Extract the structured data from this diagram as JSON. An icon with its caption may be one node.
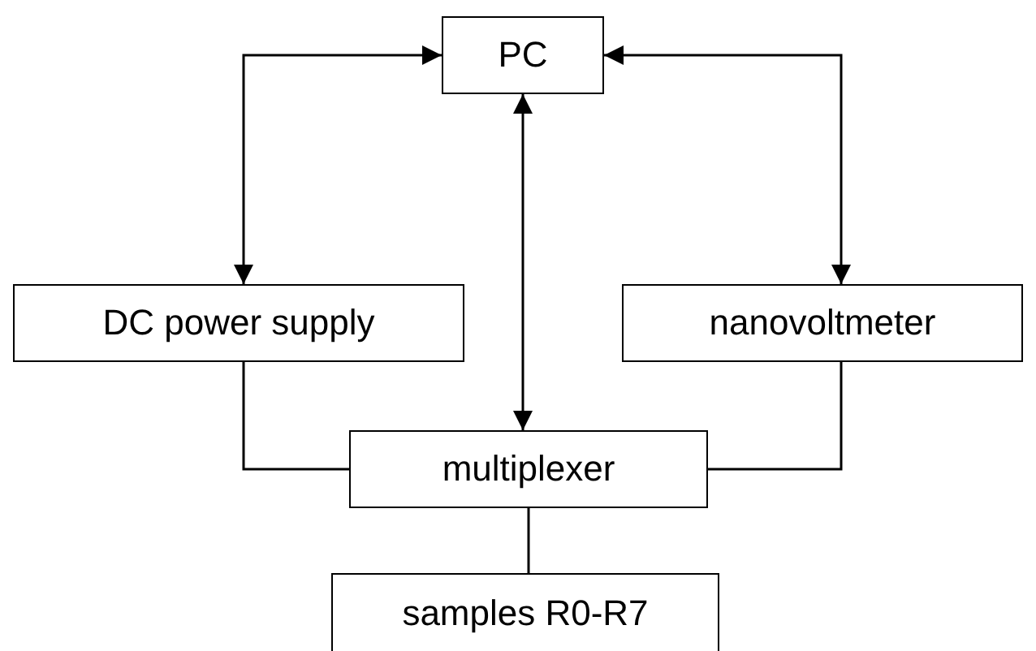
{
  "diagram": {
    "nodes": [
      {
        "text": [
          "PC"
        ]
      },
      {
        "text": [
          "DC power supply"
        ]
      },
      {
        "text": [
          "nanovoltmeter"
        ]
      },
      {
        "text": [
          "multiplexer"
        ]
      },
      {
        "text": [
          "samples R0-R7"
        ]
      }
    ],
    "edges": [
      {
        "from": 0,
        "to": 1,
        "arrow": "both"
      },
      {
        "from": 0,
        "to": 2,
        "arrow": "both"
      },
      {
        "from": 0,
        "to": 3,
        "arrow": "both"
      },
      {
        "from": 1,
        "to": 3,
        "arrow": "none"
      },
      {
        "from": 2,
        "to": 3,
        "arrow": "none"
      },
      {
        "from": 3,
        "to": 4,
        "arrow": "none"
      }
    ]
  }
}
